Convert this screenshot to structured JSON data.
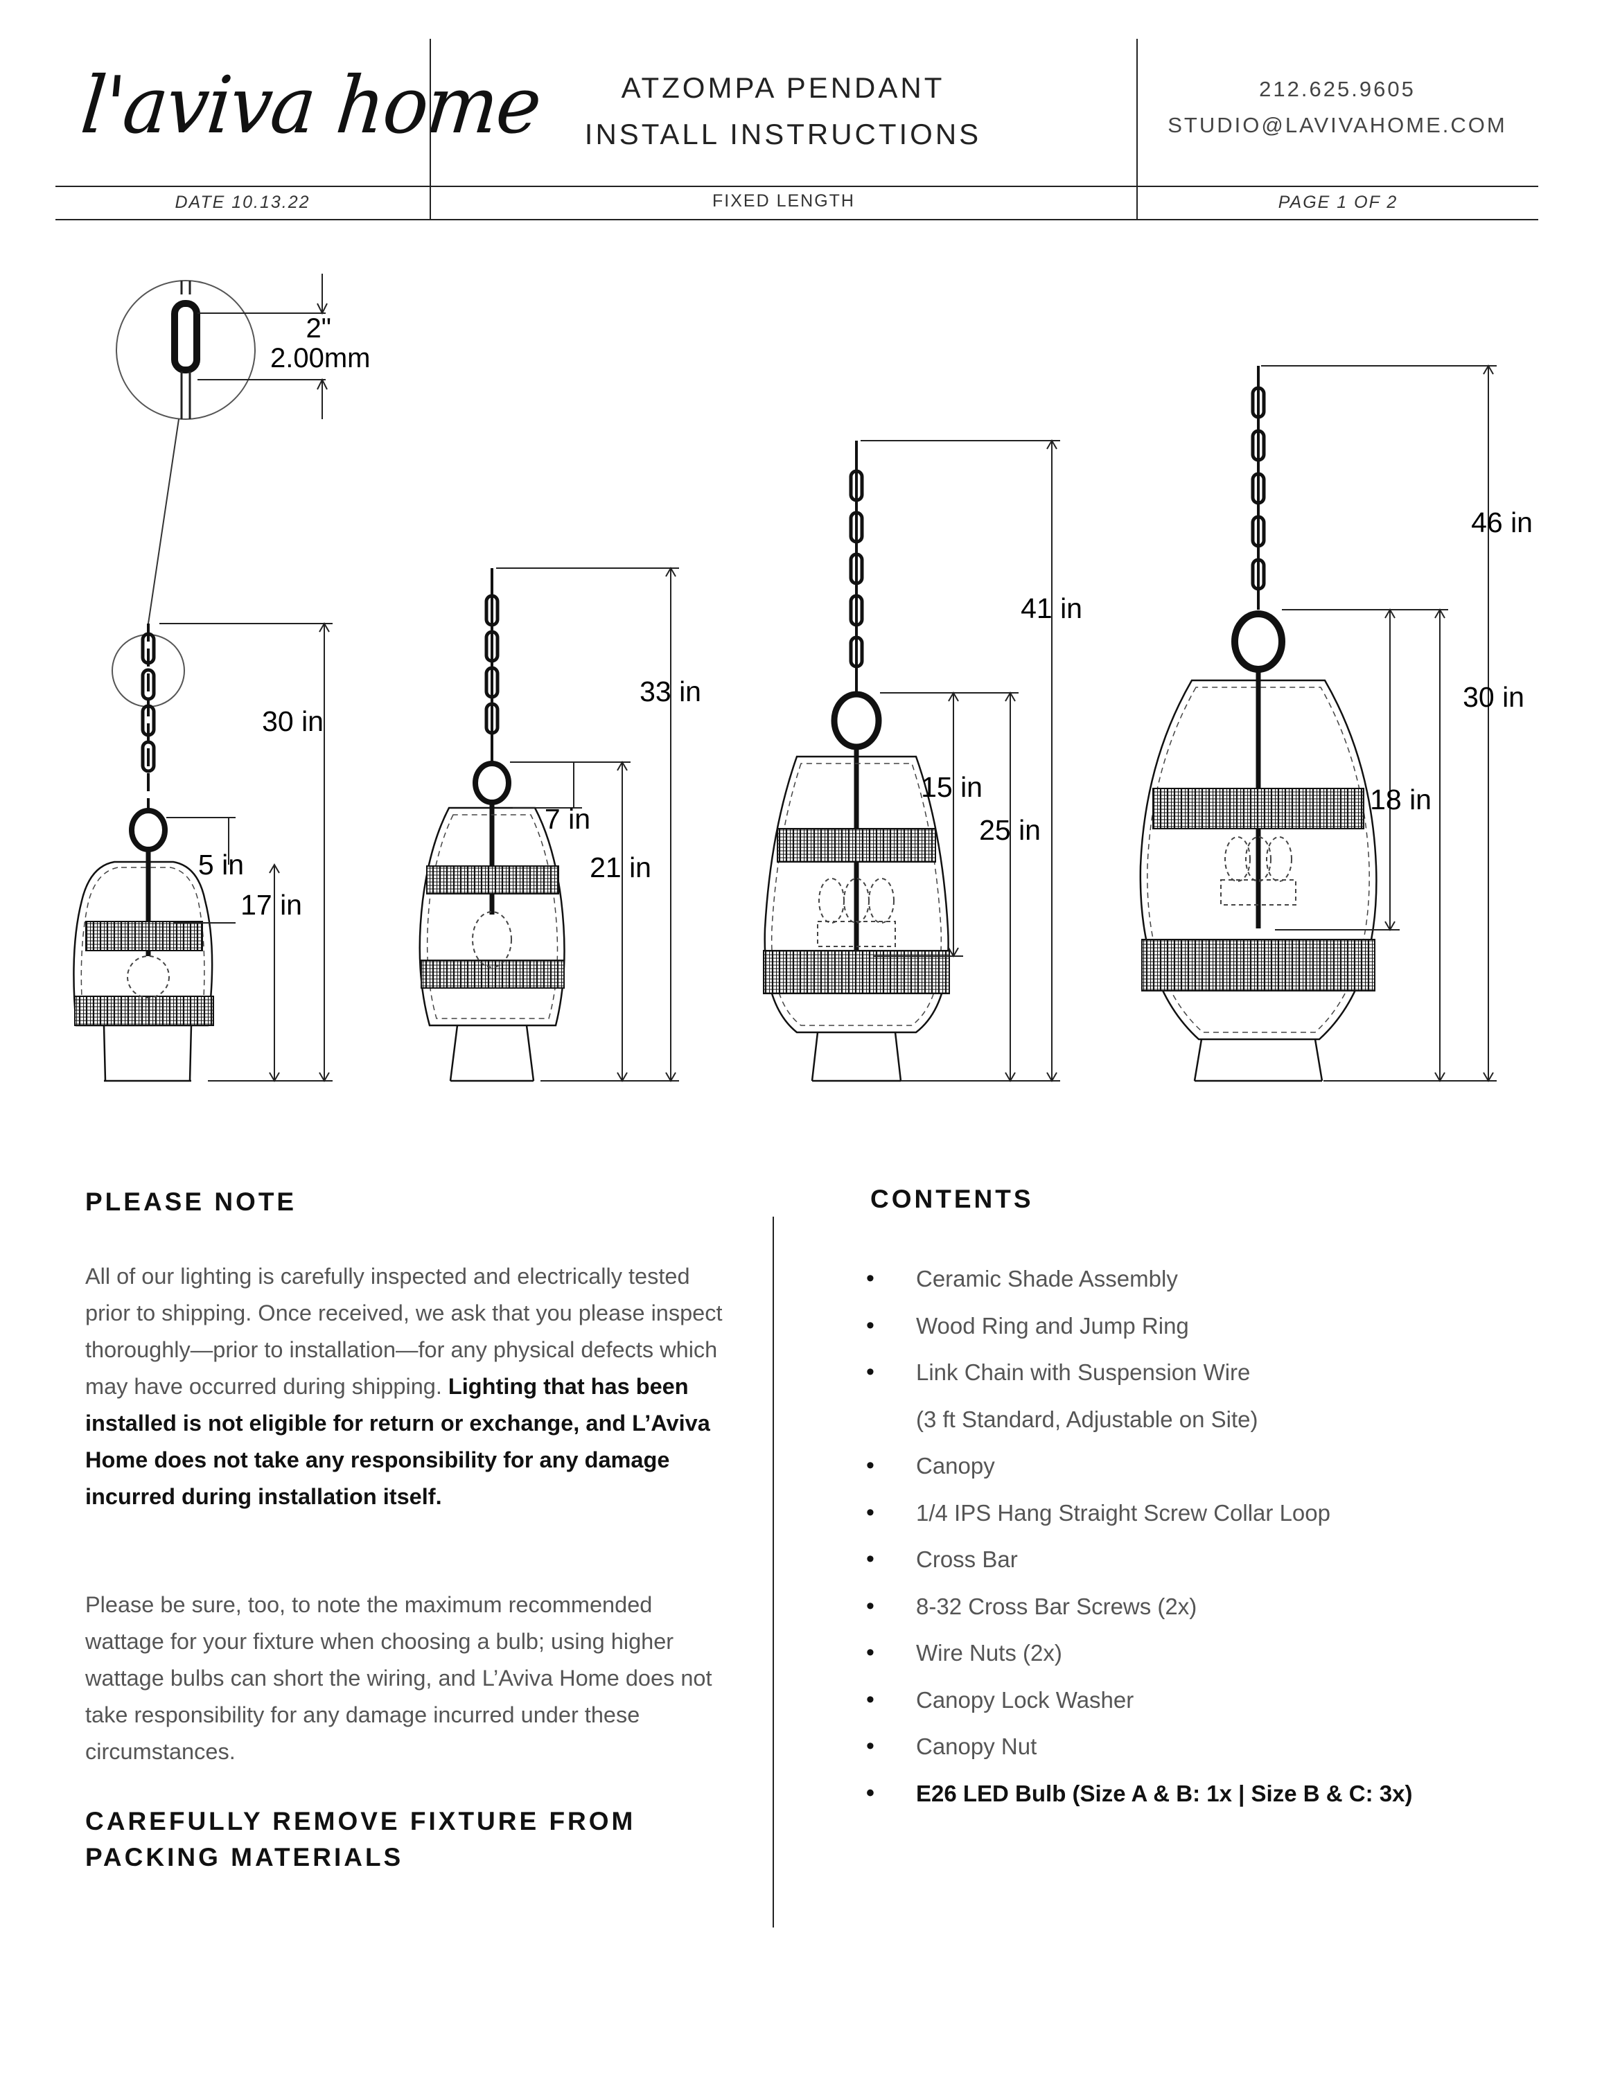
{
  "header": {
    "logo": "l'aviva home",
    "title_line1": "ATZOMPA PENDANT",
    "title_line2": "INSTALL INSTRUCTIONS",
    "phone": "212.625.9605",
    "email": "STUDIO@LAVIVAHOME.COM",
    "date": "DATE 10.13.22",
    "subtitle": "FIXED LENGTH",
    "page": "PAGE 1 OF 2"
  },
  "diagram": {
    "detail": {
      "inch": "2\"",
      "mm": "2.00mm"
    },
    "size_a": {
      "overall": "30 in",
      "loop": "5 in",
      "body": "17 in"
    },
    "size_b": {
      "overall": "33 in",
      "loop": "7 in",
      "body": "21 in"
    },
    "size_c": {
      "overall": "41 in",
      "loop": "15 in",
      "body": "25 in"
    },
    "size_d": {
      "overall": "46 in",
      "loop": "30 in",
      "body": "18 in"
    }
  },
  "please_note": {
    "heading": "PLEASE NOTE",
    "p1_normal": "All of our lighting is carefully inspected and electrically tested prior to shipping. Once received, we ask that you please inspect thoroughly—prior to installation—for any physical defects which may have occurred during shipping. ",
    "p1_bold": "Lighting that has been installed is not eligible for return or exchange, and L’Aviva Home does not take any responsibility for any damage incurred during installation itself.",
    "p2": "Please be sure, too, to note the maximum recommended wattage for your fixture when choosing a bulb; using higher wattage bulbs can short the wiring, and L’Aviva Home does not take responsibility for any damage incurred under these circumstances.",
    "heading2_line1": "CAREFULLY REMOVE FIXTURE FROM",
    "heading2_line2": "PACKING MATERIALS"
  },
  "contents": {
    "heading": "CONTENTS",
    "items": [
      "Ceramic Shade Assembly",
      "Wood Ring and Jump Ring",
      "Link Chain with Suspension Wire",
      "(3 ft Standard, Adjustable on Site)",
      "Canopy",
      "1/4 IPS Hang Straight Screw Collar Loop",
      "Cross Bar",
      "8-32 Cross Bar Screws (2x)",
      "Wire Nuts (2x)",
      "Canopy Lock Washer",
      "Canopy Nut",
      "E26 LED Bulb (Size A & B: 1x | Size B & C: 3x)"
    ]
  }
}
